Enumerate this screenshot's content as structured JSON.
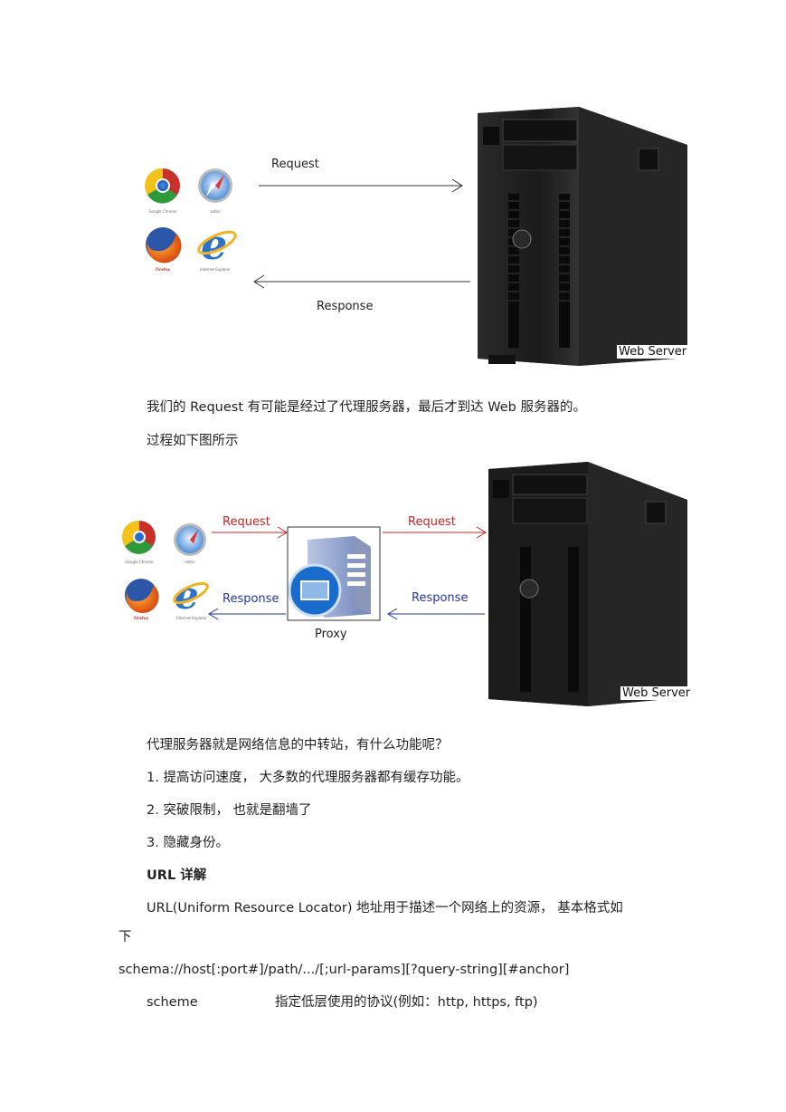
{
  "diagram1": {
    "request_label": "Request",
    "response_label": "Response",
    "server_label": "Web Server",
    "browsers": [
      "Google Chrome",
      "safari",
      "Firefox",
      "Internet Explorer"
    ]
  },
  "diagram2": {
    "request_label_left": "Request",
    "request_label_right": "Request",
    "response_label_left": "Response",
    "response_label_right": "Response",
    "proxy_label": "Proxy",
    "server_label": "Web Server",
    "browsers": [
      "Google Chrome",
      "safari",
      "Firefox",
      "Internet Explorer"
    ],
    "colors": {
      "request": "#cc2222",
      "response": "#2233aa"
    }
  },
  "paragraphs": {
    "p1": "我们的 Request  有可能是经过了代理服务器，最后才到达 Web 服务器的。",
    "p2": "过程如下图所示",
    "p3": "代理服务器就是网络信息的中转站，有什么功能呢？",
    "li1": "1.  提高访问速度，  大多数的代理服务器都有缓存功能。",
    "li2": "2.  突破限制，  也就是翻墙了",
    "li3": "3.  隐藏身份。",
    "heading": "URL 详解",
    "p4a": "URL(Uniform Resource Locator)  地址用于描述一个网络上的资源，   基本格式如",
    "p4b": "下",
    "schema": "schema://host[:port#]/path/.../[;url-params][?query-string][#anchor]",
    "scheme_term": "scheme",
    "scheme_def": "指定低层使用的协议(例如：http, https, ftp)"
  }
}
